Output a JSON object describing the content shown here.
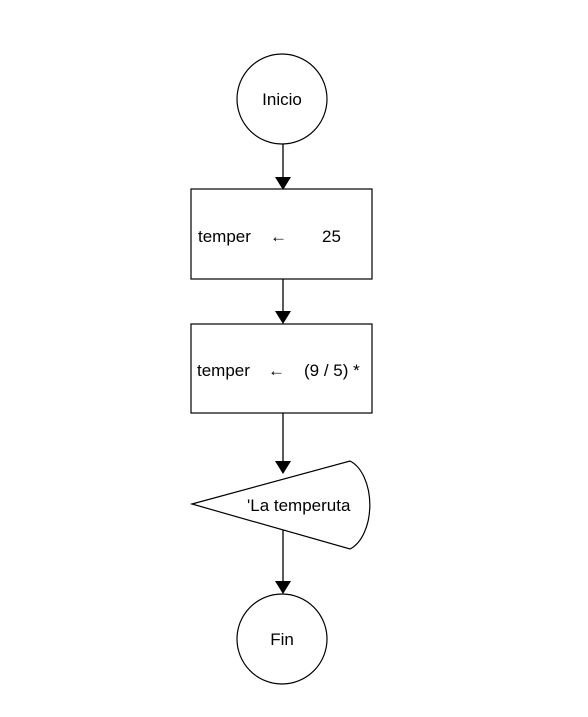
{
  "diagram": {
    "start": {
      "label": "Inicio"
    },
    "assign_1": {
      "variable": "temper",
      "arrow": "←",
      "value": "25"
    },
    "assign_2": {
      "variable": "temper",
      "arrow": "←",
      "value": "(9 / 5) *"
    },
    "output": {
      "label": "'La temperuta"
    },
    "end": {
      "label": "Fin"
    }
  }
}
